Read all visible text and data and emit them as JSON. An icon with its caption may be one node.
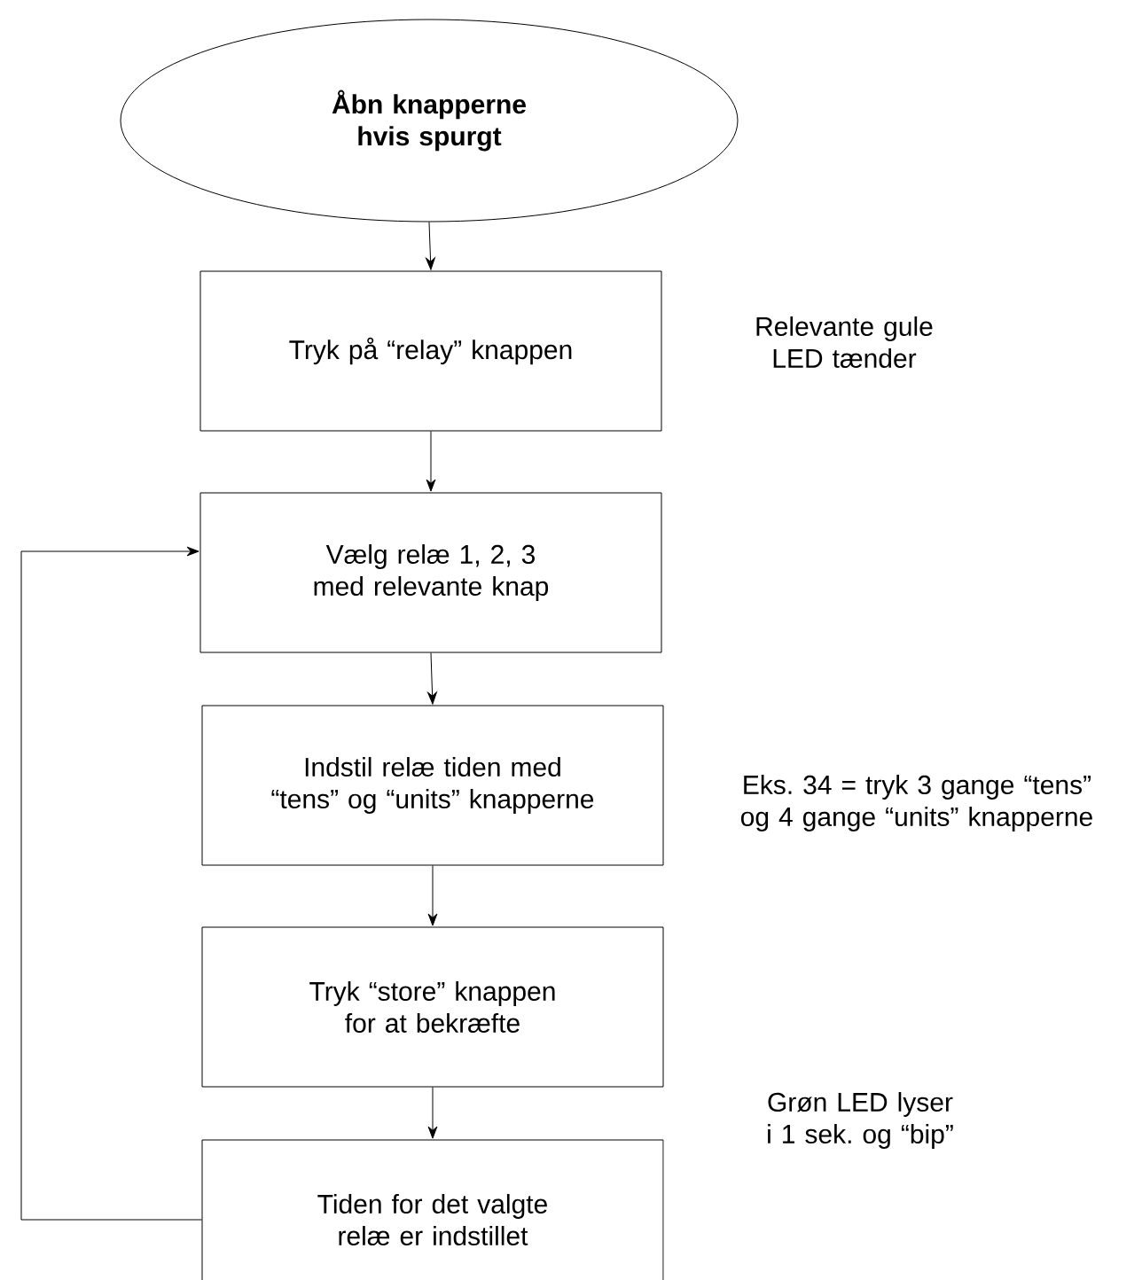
{
  "diagram": {
    "nodes": [
      {
        "text": [
          "Åbn knapperne hvis spurgt"
        ]
      },
      {
        "text": [
          "Tryk på “relay” knappen"
        ],
        "beside": [
          "Relevante gule LED tænder"
        ]
      },
      {
        "text": [
          "Vælg relæ 1, 2, 3 med relevante knap"
        ]
      },
      {
        "text": [
          "Indstil relæ tiden med “tens” og “units” knapperne"
        ],
        "beside": [
          "Eks. 34 = tryk 3 gange “tens” og 4 gange “units” knapperne"
        ]
      },
      {
        "text": [
          "Tryk “store” knappen for at bekræfte"
        ],
        "beside": [
          "Grøn LED lyser i 1 sek. og “bip”"
        ]
      },
      {
        "text": [
          "Tiden for det valgte relæ er indstillet"
        ]
      }
    ],
    "edges": [
      {
        "from": 0,
        "to": 1,
        "arrow": "to"
      },
      {
        "from": 1,
        "to": 2,
        "arrow": "to"
      },
      {
        "from": 2,
        "to": 3,
        "arrow": "to"
      },
      {
        "from": 3,
        "to": 4,
        "arrow": "to"
      },
      {
        "from": 4,
        "to": 5,
        "arrow": "to"
      },
      {
        "from": 5,
        "to": 2,
        "arrow": "to"
      }
    ]
  }
}
